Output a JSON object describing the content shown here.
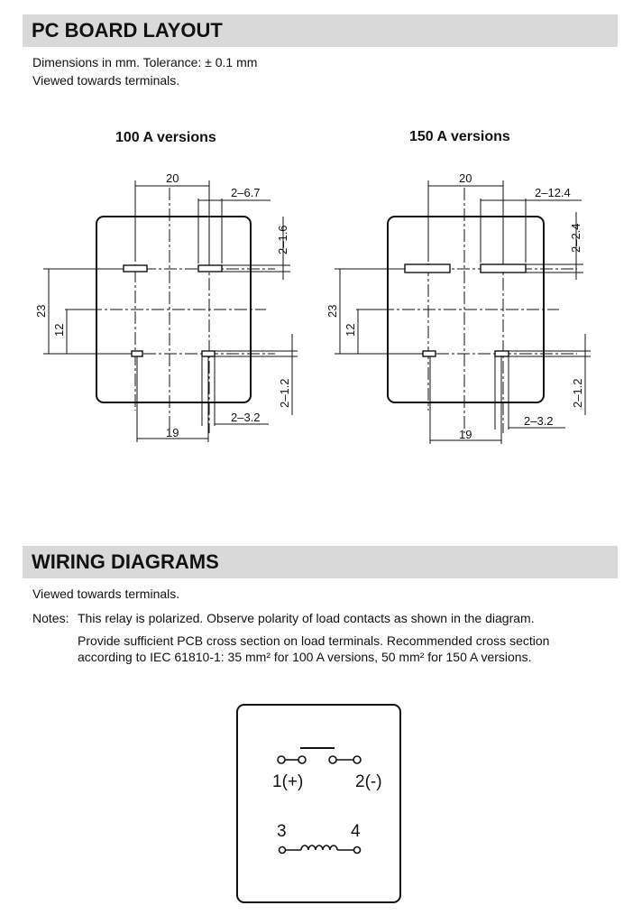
{
  "pcb_section": {
    "title": "PC BOARD LAYOUT",
    "dimensions_note": "Dimensions in mm. Tolerance: ± 0.1 mm",
    "view_note": "Viewed towards terminals.",
    "left_drawing": {
      "title": "100 A versions",
      "dim_pitch_top": "20",
      "dim_slot_size": "2–6.7",
      "dim_slot_width": "2–1.6",
      "dim_height": "23",
      "dim_row_offset": "12",
      "dim_pitch_bottom": "19",
      "dim_hole_size": "2–3.2",
      "dim_hole_width": "2–1.2"
    },
    "right_drawing": {
      "title": "150 A versions",
      "dim_pitch_top": "20",
      "dim_slot_size": "2–12.4",
      "dim_slot_width": "2–2.4",
      "dim_height": "23",
      "dim_row_offset": "12",
      "dim_pitch_bottom": "19",
      "dim_hole_size": "2–3.2",
      "dim_hole_width": "2–1.2"
    }
  },
  "wiring_section": {
    "title": "WIRING DIAGRAMS",
    "view_note": "Viewed towards terminals.",
    "notes_label": "Notes:",
    "note_1": "This relay is polarized. Observe polarity of load contacts as shown in the diagram.",
    "note_2_line1": "Provide sufficient PCB cross section on load terminals. Recommended cross  section",
    "note_2_line2": "according to IEC 61810-1: 35 mm² for 100 A versions, 50 mm² for 150 A versions.",
    "diagram": {
      "terminal_1": "1(+)",
      "terminal_2": "2(-)",
      "terminal_3": "3",
      "terminal_4": "4"
    }
  }
}
